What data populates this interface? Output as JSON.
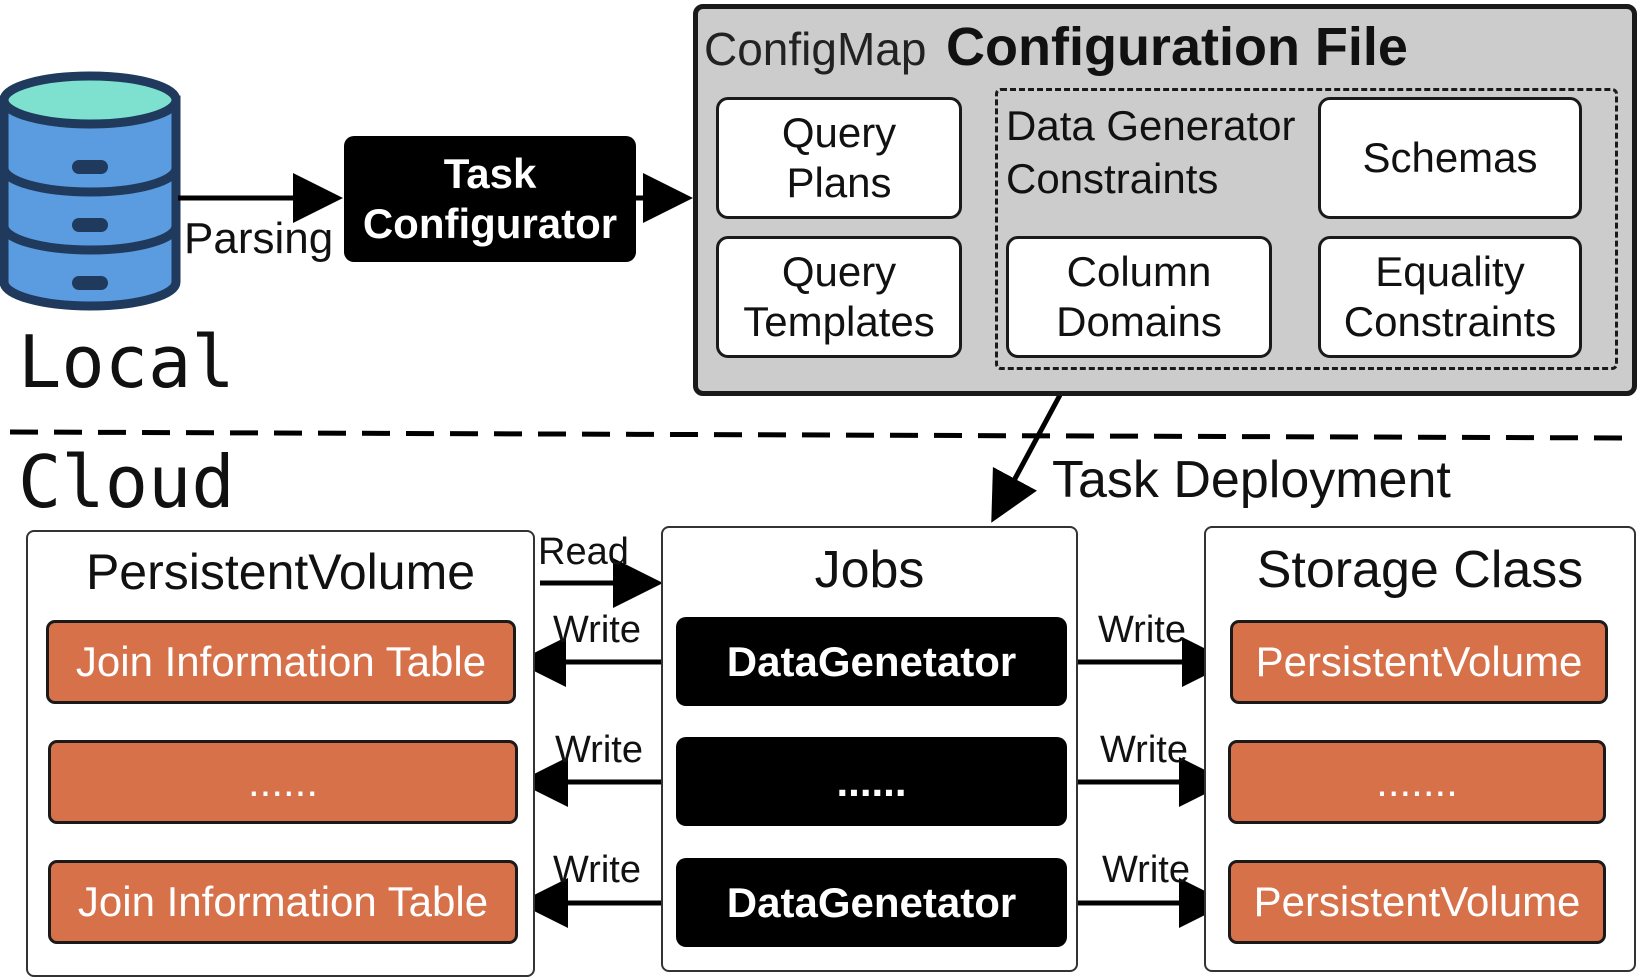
{
  "local": {
    "section_label": "Local",
    "parsing_label": "Parsing",
    "task_configurator": [
      "Task",
      "Configurator"
    ]
  },
  "configmap": {
    "prefix": "ConfigMap",
    "title": "Configuration File",
    "query_plans": [
      "Query",
      "Plans"
    ],
    "query_templates": [
      "Query",
      "Templates"
    ],
    "data_generator_constraints": [
      "Data Generator",
      "Constraints"
    ],
    "schemas": "Schemas",
    "column_domains": [
      "Column",
      "Domains"
    ],
    "equality_constraints": [
      "Equality",
      "Constraints"
    ]
  },
  "cloud": {
    "section_label": "Cloud",
    "task_deployment_label": "Task Deployment",
    "read_label": "Read",
    "persistent_volume_panel": {
      "title": "PersistentVolume",
      "items": [
        "Join Information Table",
        "......",
        "Join Information Table"
      ]
    },
    "jobs_panel": {
      "title": "Jobs",
      "items": [
        "DataGenetator",
        "......",
        "DataGenetator"
      ]
    },
    "storage_class_panel": {
      "title": "Storage Class",
      "items": [
        "PersistentVolume",
        ".......",
        "PersistentVolume"
      ]
    },
    "write_label": "Write"
  },
  "colors": {
    "orange_fill": "#d7714a",
    "config_panel_fill": "#cccccc",
    "db_fill": "#5b9be0",
    "db_top": "#7ee0cf",
    "db_outline": "#1f3a5c"
  }
}
